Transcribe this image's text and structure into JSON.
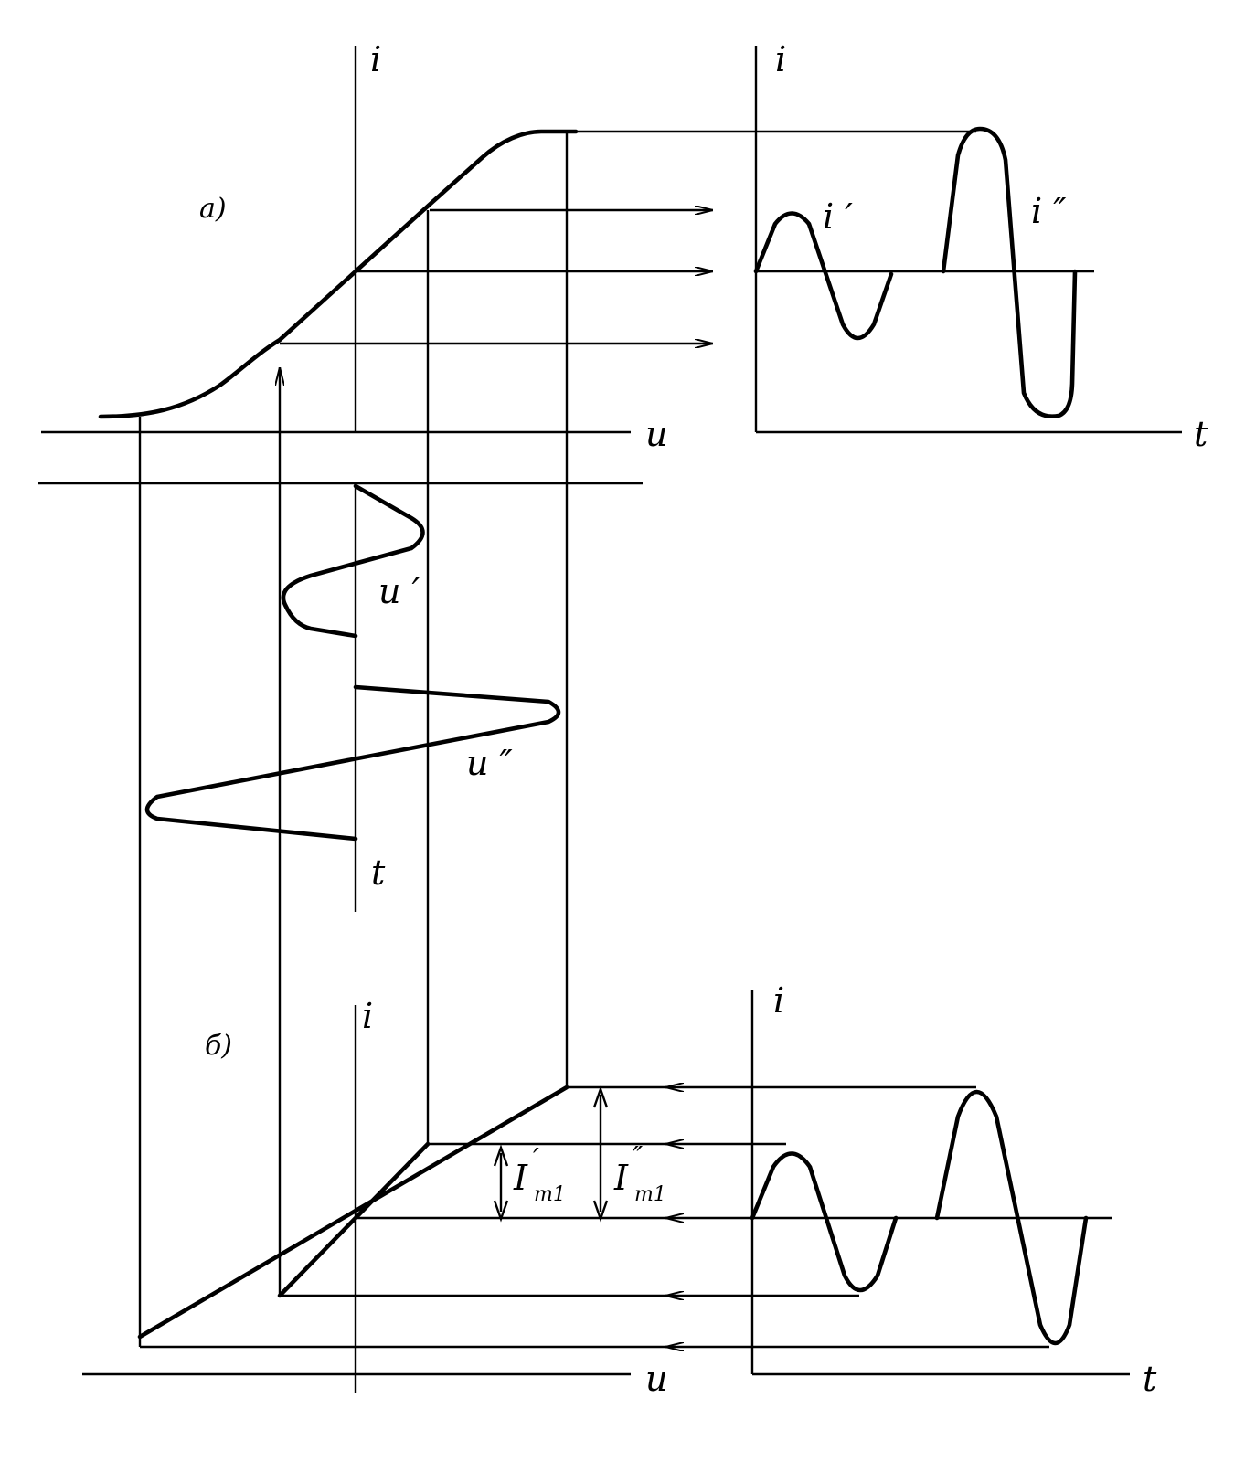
{
  "labels": {
    "part_a": "а)",
    "part_b": "б)",
    "axis_i": "i",
    "axis_u": "u",
    "axis_t": "t",
    "i_prime": "i ′",
    "i_double_prime": "i ″",
    "u_prime": "u ′",
    "u_double_prime": "u ″",
    "Im1_prime_main": "I",
    "Im1_prime_prime": "′",
    "Im1_prime_sub": "m1",
    "Im1_double_main": "I",
    "Im1_double_prime": "″",
    "Im1_double_sub": "m1"
  },
  "colors": {
    "ink": "#000000",
    "paper": "#ffffff"
  }
}
